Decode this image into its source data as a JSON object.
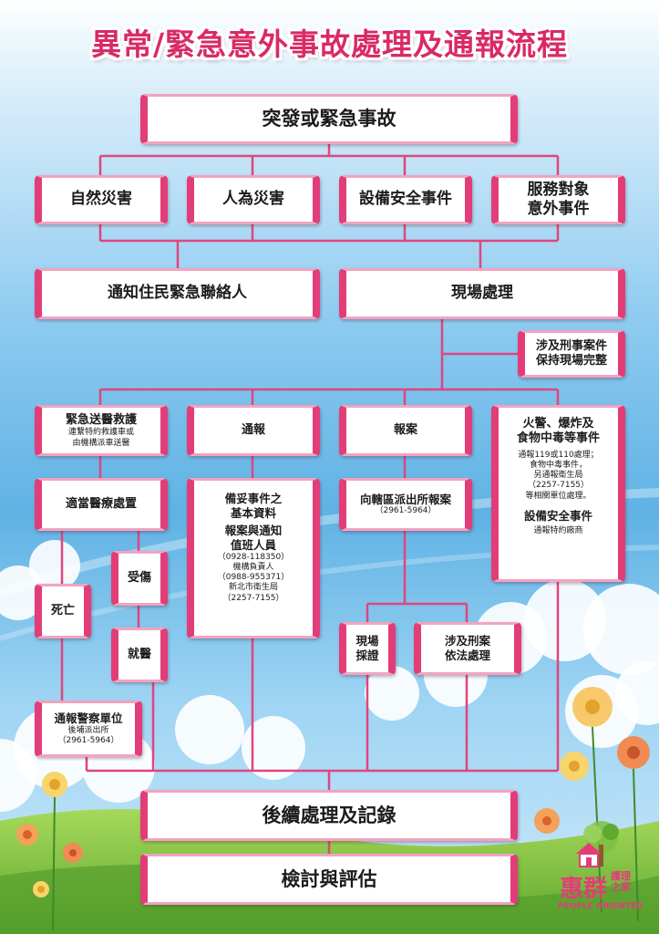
{
  "title": "異常/緊急意外事故處理及通報流程",
  "nodes": {
    "start": "突發或緊急事故",
    "natural": "自然災害",
    "human": "人為災害",
    "equipment": "設備安全事件",
    "service_l1": "服務對象",
    "service_l2": "意外事件",
    "notify_contact": "通知住民緊急聯絡人",
    "onsite": "現場處理",
    "criminal_l1": "涉及刑事案件",
    "criminal_l2": "保持現場完整",
    "emergency_title": "緊急送醫救護",
    "emergency_sub_l1": "連繫特約救護車或",
    "emergency_sub_l2": "由機構派車送醫",
    "report_notify": "通報",
    "report_police": "報案",
    "fire_l1": "火警、爆炸及",
    "fire_l2": "食物中毒等事件",
    "fire_d1": "通報119或110處理；",
    "fire_d2": "食物中毒事件，",
    "fire_d3": "另通報衛生局",
    "fire_d4": "（2257-7155）",
    "fire_d5": "等相關單位處理。",
    "fire_equip_title": "設備安全事件",
    "fire_equip_sub": "通報特約廠商",
    "medical": "適當醫療處置",
    "record_l1": "備妥事件之",
    "record_l2": "基本資料",
    "record_l3": "報案與通知",
    "record_l4": "值班人員",
    "record_d1": "（0928-118350）",
    "record_d2": "機構負責人",
    "record_d3": "（0988-955371）",
    "record_d4": "新北市衛生局",
    "record_d5": "（2257-7155）",
    "station_title": "向轄區派出所報案",
    "station_phone": "（2961-5964）",
    "injured": "受傷",
    "death": "死亡",
    "treatment": "就醫",
    "scene_l1": "現場",
    "scene_l2": "採證",
    "legal_l1": "涉及刑案",
    "legal_l2": "依法處理",
    "police_title": "通報警察單位",
    "police_sub": "後埔派出所",
    "police_phone": "（2961-5964）",
    "followup": "後續處理及記錄",
    "review": "檢討與評估"
  },
  "logo": {
    "name": "惠群",
    "sub_l1": "護理",
    "sub_l2": "之家",
    "english": "PEOPLE ORIENTED"
  },
  "colors": {
    "title": "#d92a64",
    "accent": "#e23d78",
    "connector": "#e0457f",
    "box_border": "#f2a3c0",
    "sky_top": "#4fa8de",
    "sky_bottom": "#bfe4f8",
    "grass": "#7cc142"
  },
  "icons": [
    "cloud-shape",
    "flower-icon",
    "house-tree-logo-icon"
  ]
}
